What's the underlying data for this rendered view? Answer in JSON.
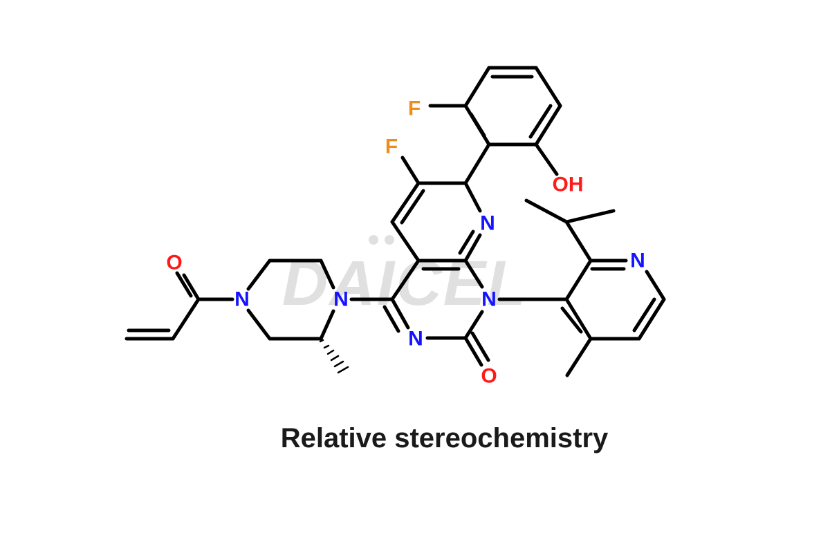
{
  "caption": "Relative stereochemistry",
  "watermark": "DAICEL",
  "atom_labels": {
    "f1": "F",
    "f2": "F",
    "oh": "OH",
    "n_pyridine_fused": "N",
    "n_pyrimidinone_1": "N",
    "n_pyrimidinone_3": "N",
    "n_piperazine_4": "N",
    "n_piperazine_1": "N",
    "n_pyridyl": "N",
    "o_acryl": "O",
    "o_carbonyl": "O"
  },
  "colors": {
    "bond": "#000000",
    "nitrogen": "#1414ff",
    "oxygen": "#ff1a1a",
    "fluorine": "#f08c1e",
    "watermark": "#d6d6d6",
    "caption": "#1a1a1a"
  }
}
